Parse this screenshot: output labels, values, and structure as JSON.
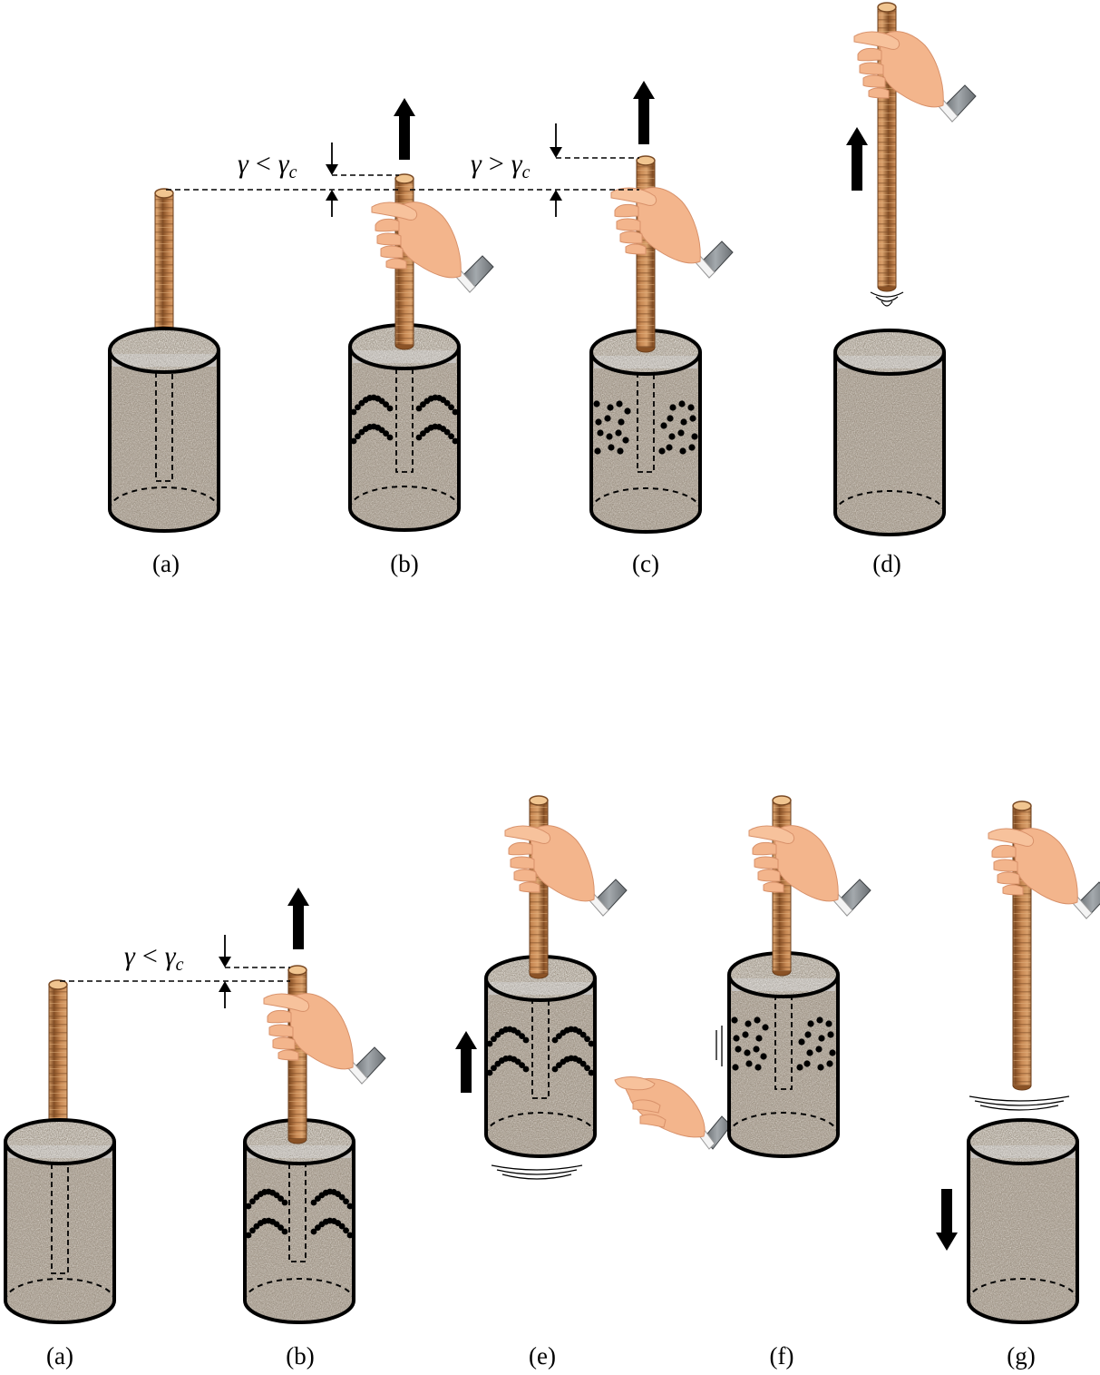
{
  "diagram": {
    "top_row": {
      "captions": {
        "a": "(a)",
        "b": "(b)",
        "c": "(c)",
        "d": "(d)"
      },
      "annotation_b": {
        "gamma": "γ",
        "relation": "<",
        "gamma_c": "γ",
        "sub": "c"
      },
      "annotation_c": {
        "gamma": "γ",
        "relation": ">",
        "gamma_c": "γ",
        "sub": "c"
      }
    },
    "bottom_row": {
      "captions": {
        "a": "(a)",
        "b": "(b)",
        "e": "(e)",
        "f": "(f)",
        "g": "(g)"
      },
      "annotation_b": {
        "gamma": "γ",
        "relation": "<",
        "gamma_c": "γ",
        "sub": "c"
      }
    }
  },
  "colors": {
    "granular_fill": "#9c8f80",
    "rod": "#b97a49",
    "rod_top": "#f1c590",
    "skin": "#f3b58c",
    "sleeve": "#7a7f84",
    "outline": "#000000"
  },
  "icons": [
    "arrow-up-icon",
    "arrow-down-icon",
    "hand-icon",
    "rod-icon",
    "container-icon"
  ]
}
